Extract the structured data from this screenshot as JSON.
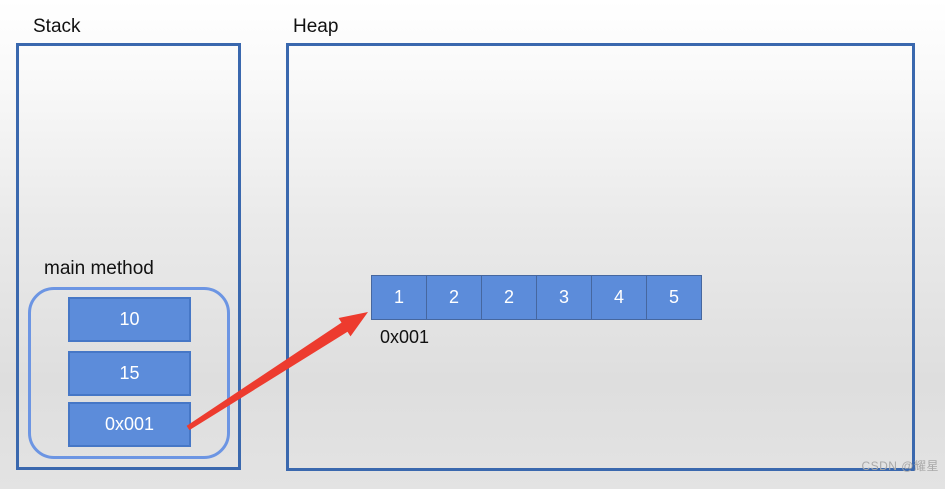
{
  "diagram": {
    "watermark": "CSDN @耀星",
    "stack": {
      "title": "Stack",
      "frame": {
        "label": "main method",
        "slots": [
          "10",
          "15",
          "0x001"
        ]
      }
    },
    "heap": {
      "title": "Heap",
      "array": {
        "cells": [
          "1",
          "2",
          "2",
          "3",
          "4",
          "5"
        ],
        "address": "0x001"
      }
    },
    "arrow": {
      "from": "stack-reference-0x001",
      "to": "heap-array-0x001"
    },
    "colors": {
      "box_fill": "#5c8cda",
      "box_border": "#4677c6",
      "outer_border": "#3a68ae",
      "frame_border": "#6c95e3",
      "cell_divider": "#46679f",
      "arrow": "#ed3b2e",
      "watermark_text": "#a9a9a9"
    }
  }
}
